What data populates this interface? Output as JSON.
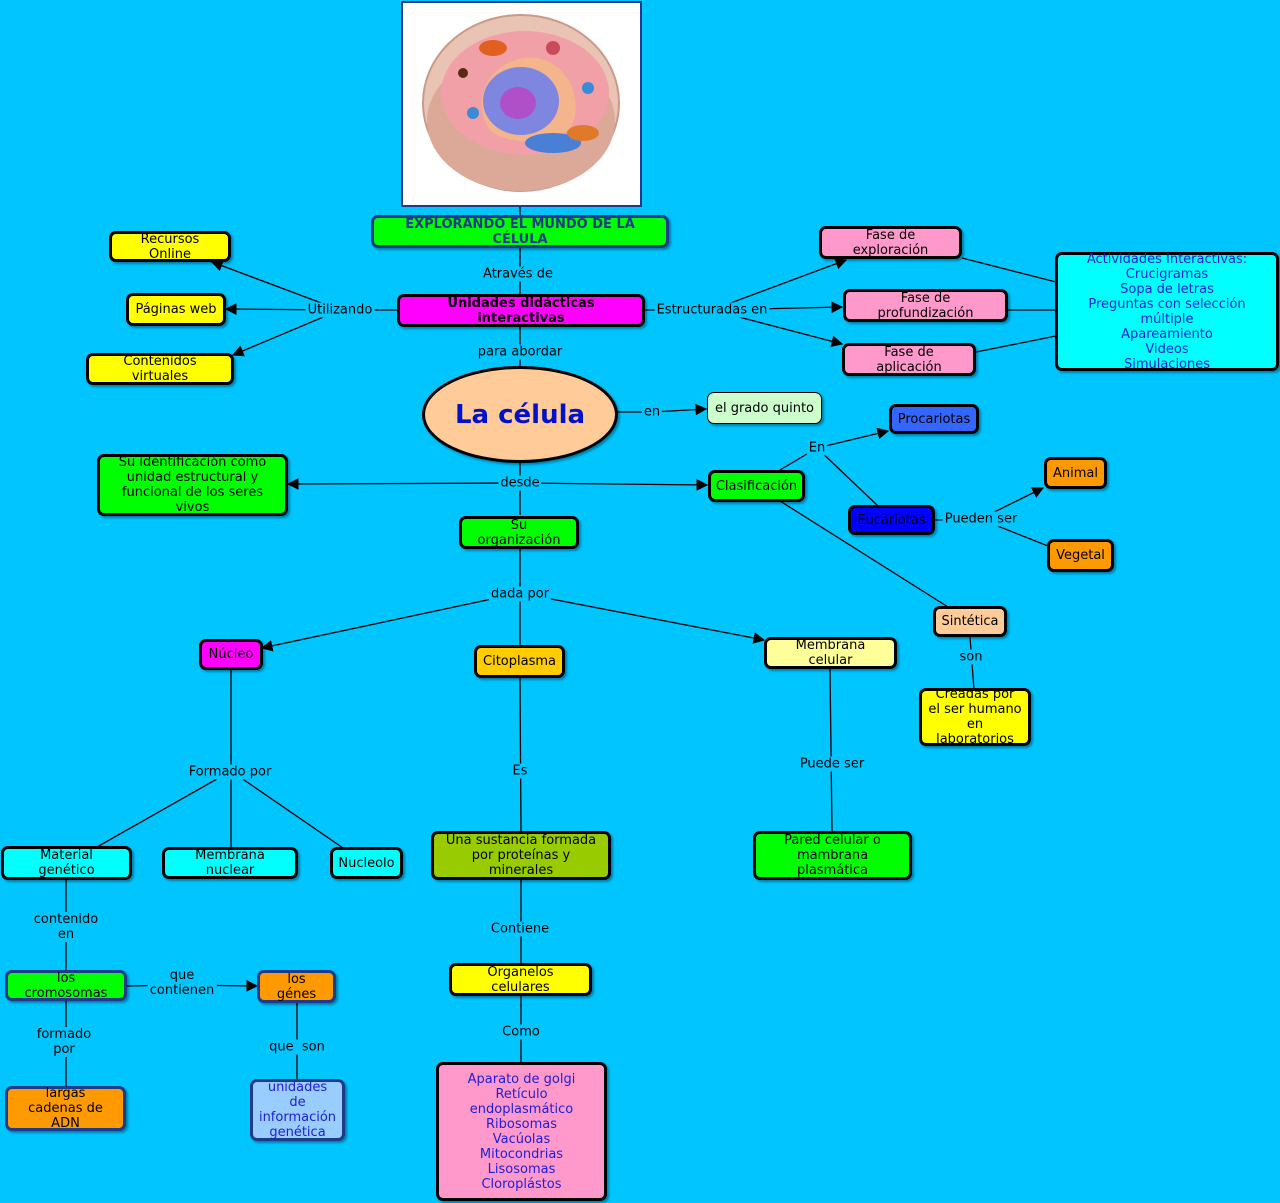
{
  "title": "EXPLORANDO EL MUNDO DE LA CÉLULA",
  "central": "La célula",
  "nodes": {
    "unidades": "Unidades didácticas interactivas",
    "recursos": "Recursos Online",
    "paginas": "Páginas web",
    "contenidos": "Contenidos virtuales",
    "fase_exploracion": "Fase de exploración",
    "fase_profundizacion": "Fase de profundización",
    "fase_aplicacion": "Fase de aplicación",
    "actividades": "Actividades Interactivas:\nCrucigramas\nSopa de letras\nPreguntas con selección múltiple\nApareamiento\nVideos\nSimulaciones",
    "grado": "el grado quinto",
    "identificacion": "Su identificación como\nunidad estructural y\nfuncional de los seres vivos",
    "clasificacion": "Clasificación",
    "procariotas": "Procariotas",
    "eucariotas": "Eucariotas",
    "animal": "Animal",
    "vegetal": "Vegetal",
    "sintetica": "Sintética",
    "creadas": "Creadas por\nel ser humano\nen laboratorios",
    "organizacion": "Su organización",
    "nucleo": "Núcleo",
    "citoplasma": "Citoplasma",
    "membrana_celular": "Membrana celular",
    "material_genetico": "Material genético",
    "membrana_nuclear": "Membrana nuclear",
    "nucleolo": "Nucleolo",
    "sustancia": "Una sustancia formada\npor proteínas y minerales",
    "pared": "Pared celular o\nmambrana plasmática",
    "cromosomas": "los cromosomas",
    "genes": "los génes",
    "cadenas": "largas\ncadenas de ADN",
    "unidades_info": "unidades de\ninformación\ngenética",
    "organelos": "Organelos celulares",
    "organelos_lista": "Aparato de golgi\nRetículo endoplasmático\nRibosomas\nVacúolas\nMitocondrias\nLisosomas\nCloroplástos"
  },
  "links": {
    "atraves": "Através de",
    "utilizando": "Utilizando",
    "estructuradas": "Estructuradas en",
    "para_abordar": "para abordar",
    "en": "en",
    "desde": "desde",
    "en2": "En",
    "pueden_ser": "Pueden ser",
    "son": "son",
    "dada_por": "dada por",
    "formado_por": "Formado por",
    "es": "Es",
    "puede_ser": "Puede ser",
    "contenido_en": "contenido\nen",
    "que_contienen": "que\ncontienen",
    "formado_por2": "formado\npor",
    "que_son": "que  son",
    "contiene": "Contiene",
    "como": "Como"
  },
  "colors": {
    "background": "#00c5ff",
    "green": "#00ff00",
    "magenta": "#ff00ff",
    "yellow": "#ffff00",
    "pink": "#ff99cc",
    "cyan": "#00ffff",
    "peach": "#ffcc99",
    "orange": "#ff9900"
  }
}
